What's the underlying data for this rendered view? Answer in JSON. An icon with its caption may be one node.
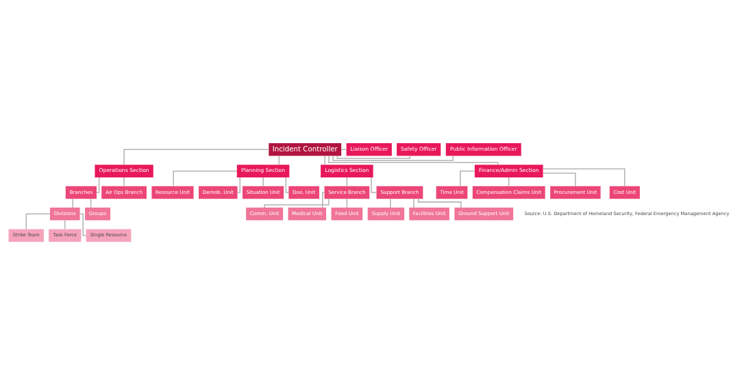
{
  "diagram": {
    "nodes": [
      {
        "text": [
          "Incident Controller"
        ]
      },
      {
        "text": [
          "Public Information Officer"
        ]
      },
      {
        "text": [
          "Safety Officer"
        ]
      },
      {
        "text": [
          "Liaison Officer"
        ]
      },
      {
        "text": [
          "Operations Section"
        ]
      },
      {
        "text": [
          "Planning Section"
        ]
      },
      {
        "text": [
          "Logistics Section"
        ]
      },
      {
        "text": [
          "Finance/Admin Section"
        ]
      },
      {
        "text": [
          "Branches"
        ]
      },
      {
        "text": [
          "Air Ops Branch"
        ]
      },
      {
        "text": [
          "Divisions"
        ]
      },
      {
        "text": [
          "Groups"
        ]
      },
      {
        "text": [
          "Strike Team"
        ]
      },
      {
        "text": [
          "Task Force"
        ]
      },
      {
        "text": [
          "Single Resource"
        ]
      },
      {
        "text": [
          "Resource Unit"
        ]
      },
      {
        "text": [
          "Demob. Unit"
        ]
      },
      {
        "text": [
          "Situation Unit"
        ]
      },
      {
        "text": [
          "Doo. Unit"
        ]
      },
      {
        "text": [
          "Service Branch"
        ]
      },
      {
        "text": [
          "Support Branch"
        ]
      },
      {
        "text": [
          "Comm. Unit"
        ]
      },
      {
        "text": [
          "Medical Unit"
        ]
      },
      {
        "text": [
          "Food Unit"
        ]
      },
      {
        "text": [
          "Supply Unit"
        ]
      },
      {
        "text": [
          "Facilities Unit"
        ]
      },
      {
        "text": [
          "Ground Support Unit"
        ]
      },
      {
        "text": [
          "Time Unit"
        ]
      },
      {
        "text": [
          "Compensation Claims Unit"
        ]
      },
      {
        "text": [
          "Procurement Unit"
        ]
      },
      {
        "text": [
          "Cost Unit"
        ]
      }
    ],
    "edges": [
      {
        "from": 0,
        "to": 1,
        "arrow": "none"
      },
      {
        "from": 0,
        "to": 2,
        "arrow": "none"
      },
      {
        "from": 0,
        "to": 3,
        "arrow": "none"
      },
      {
        "from": 0,
        "to": 4,
        "arrow": "none"
      },
      {
        "from": 0,
        "to": 5,
        "arrow": "none"
      },
      {
        "from": 0,
        "to": 6,
        "arrow": "none"
      },
      {
        "from": 0,
        "to": 7,
        "arrow": "none"
      },
      {
        "from": 4,
        "to": 8,
        "arrow": "none"
      },
      {
        "from": 4,
        "to": 9,
        "arrow": "none"
      },
      {
        "from": 8,
        "to": 10,
        "arrow": "none"
      },
      {
        "from": 8,
        "to": 11,
        "arrow": "none"
      },
      {
        "from": 10,
        "to": 12,
        "arrow": "none"
      },
      {
        "from": 10,
        "to": 13,
        "arrow": "none"
      },
      {
        "from": 10,
        "to": 14,
        "arrow": "none"
      },
      {
        "from": 5,
        "to": 15,
        "arrow": "none"
      },
      {
        "from": 5,
        "to": 16,
        "arrow": "none"
      },
      {
        "from": 5,
        "to": 17,
        "arrow": "none"
      },
      {
        "from": 5,
        "to": 18,
        "arrow": "none"
      },
      {
        "from": 6,
        "to": 19,
        "arrow": "none"
      },
      {
        "from": 6,
        "to": 20,
        "arrow": "none"
      },
      {
        "from": 19,
        "to": 21,
        "arrow": "none"
      },
      {
        "from": 19,
        "to": 22,
        "arrow": "none"
      },
      {
        "from": 19,
        "to": 23,
        "arrow": "none"
      },
      {
        "from": 20,
        "to": 24,
        "arrow": "none"
      },
      {
        "from": 20,
        "to": 25,
        "arrow": "none"
      },
      {
        "from": 20,
        "to": 26,
        "arrow": "none"
      },
      {
        "from": 7,
        "to": 27,
        "arrow": "none"
      },
      {
        "from": 7,
        "to": 28,
        "arrow": "none"
      },
      {
        "from": 7,
        "to": 29,
        "arrow": "none"
      },
      {
        "from": 7,
        "to": 30,
        "arrow": "none"
      }
    ],
    "labels": [
      "Source: U.S. Department of Homeland Security, Federal Emergency Management Agency"
    ]
  }
}
